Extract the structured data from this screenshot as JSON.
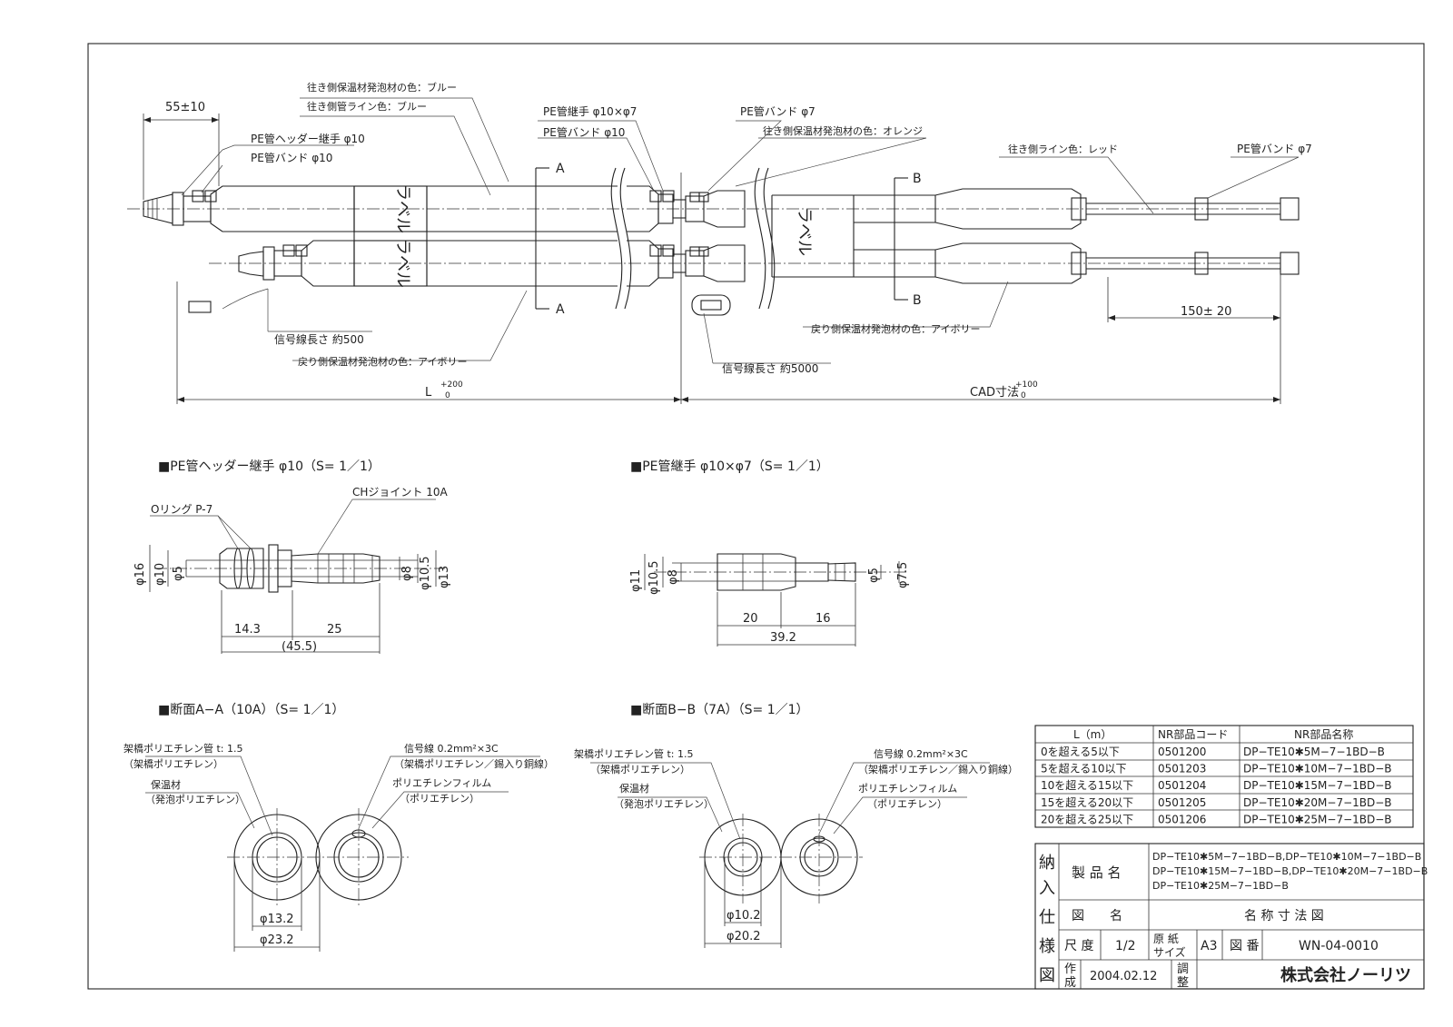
{
  "labels": {
    "dim_55": "55±10",
    "pe_header_joint": "PE管ヘッダー継手 φ10",
    "pe_band_10_left": "PE管バンド φ10",
    "supply_foam_blue": "往き側保温材発泡材の色：ブルー",
    "supply_line_blue": "往き側管ライン色：ブルー",
    "pe_joint_10x7": "PE管継手 φ10×φ7",
    "pe_band_10_mid": "PE管バンド φ10",
    "pe_band_7_mid": "PE管バンド φ7",
    "supply_foam_orange": "往き側保温材発泡材の色：オレンジ",
    "supply_line_red": "往き側ライン色：レッド",
    "pe_band_7_right": "PE管バンド φ7",
    "signal_500": "信号線長さ 約500",
    "return_foam_ivory_left": "戻り側保温材発泡材の色：アイボリー",
    "signal_5000": "信号線長さ 約5000",
    "return_foam_ivory_right": "戻り側保温材発泡材の色：アイボリー",
    "dim_150": "150± 20",
    "dim_L": "L",
    "dim_L_tol_top": "+200",
    "dim_L_tol_bottom": "0",
    "dim_CAD": "CAD寸法",
    "dim_CAD_tol_top": "+100",
    "dim_CAD_tol_bottom": "0",
    "section_a": "A",
    "section_b": "B",
    "label_text": "ラベル",
    "label_text_right": "ラベル"
  },
  "detail1": {
    "title": "■PE管ヘッダー継手 φ10（S= 1／1）",
    "oring": "Oリング P-7",
    "ch_joint": "CHジョイント 10A",
    "d16": "φ16",
    "d10": "φ10",
    "d5": "φ5",
    "d8": "φ8",
    "d105": "φ10.5",
    "d13": "φ13",
    "l143": "14.3",
    "l25": "25",
    "l455": "(45.5)"
  },
  "detail2": {
    "title": "■PE管継手 φ10×φ7（S= 1／1）",
    "d11": "φ11",
    "d105": "φ10.5",
    "d8": "φ8",
    "d5": "φ5",
    "d75": "φ7.5",
    "l20": "20",
    "l16": "16",
    "l392": "39.2"
  },
  "sectionA": {
    "title": "■断面A−A（10A）（S= 1／1）",
    "pipe": "架橋ポリエチレン管 t: 1.5",
    "pipe_sub": "（架橋ポリエチレン）",
    "insul": "保温材",
    "insul_sub": "（発泡ポリエチレン）",
    "signal": "信号線 0.2mm²×3C",
    "signal_sub": "（架橋ポリエチレン／錫入り銅線）",
    "film": "ポリエチレンフィルム",
    "film_sub": "（ポリエチレン）",
    "d132": "φ13.2",
    "d232": "φ23.2"
  },
  "sectionB": {
    "title": "■断面B−B（7A）（S= 1／1）",
    "pipe": "架橋ポリエチレン管 t: 1.5",
    "pipe_sub": "（架橋ポリエチレン）",
    "insul": "保温材",
    "insul_sub": "（発泡ポリエチレン）",
    "signal": "信号線 0.2mm²×3C",
    "signal_sub": "（架橋ポリエチレン／錫入り銅線）",
    "film": "ポリエチレンフィルム",
    "film_sub": "（ポリエチレン）",
    "d102": "φ10.2",
    "d202": "φ20.2"
  },
  "parts_table": {
    "headers": [
      "L（m）",
      "NR部品コード",
      "NR部品名称"
    ],
    "rows": [
      [
        "0を超える5以下",
        "0501200",
        "DP−TE10✱5M−7−1BD−B"
      ],
      [
        "5を超える10以下",
        "0501203",
        "DP−TE10✱10M−7−1BD−B"
      ],
      [
        "10を超える15以下",
        "0501204",
        "DP−TE10✱15M−7−1BD−B"
      ],
      [
        "15を超える20以下",
        "0501205",
        "DP−TE10✱20M−7−1BD−B"
      ],
      [
        "20を超える25以下",
        "0501206",
        "DP−TE10✱25M−7−1BD−B"
      ]
    ]
  },
  "title_block": {
    "side": [
      "納",
      "入",
      "仕",
      "様",
      "図"
    ],
    "product_label": "製 品 名",
    "product_lines": [
      "DP−TE10✱5M−7−1BD−B,DP−TE10✱10M−7−1BD−B",
      "DP−TE10✱15M−7−1BD−B,DP−TE10✱20M−7−1BD−B",
      "DP−TE10✱25M−7−1BD−B"
    ],
    "drawing_label": "図　　名",
    "drawing_name": "名 称 寸 法 図",
    "scale_label": "尺 度",
    "scale_value": "1/2",
    "paper_label_1": "原 紙",
    "paper_label_2": "サイズ",
    "paper_value": "A3",
    "number_label": "図 番",
    "number_value": "WN-04-0010",
    "made_label_1": "作",
    "made_label_2": "成",
    "made_value": "2004.02.12",
    "adjust_label_1": "調",
    "adjust_label_2": "整",
    "company": "株式会社ノーリツ"
  }
}
